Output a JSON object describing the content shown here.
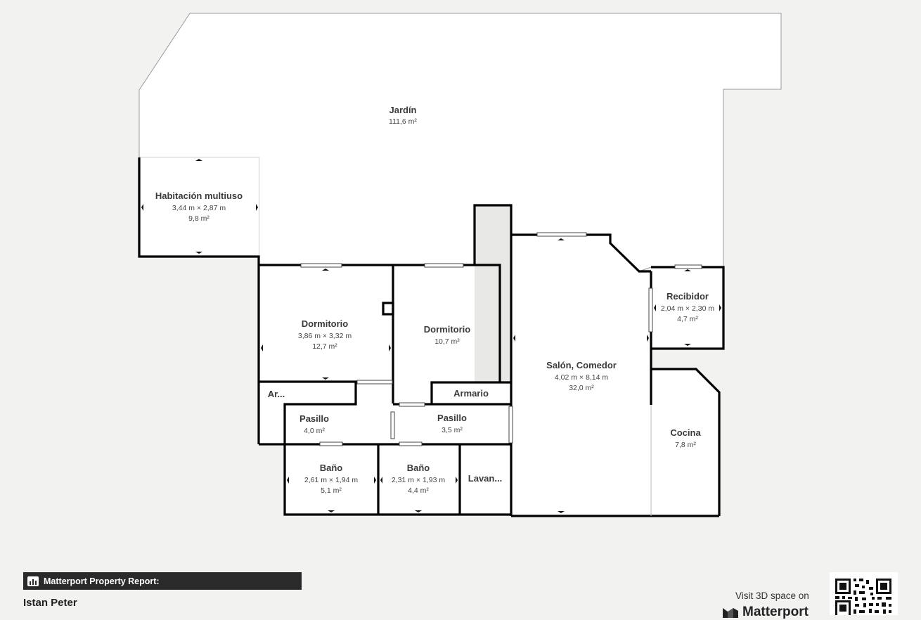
{
  "rooms": {
    "jardin": {
      "name": "Jardín",
      "area": "111,6 m²"
    },
    "multiuso": {
      "name": "Habitación multiuso",
      "dims": "3,44 m × 2,87 m",
      "area": "9,8 m²"
    },
    "dormitorio1": {
      "name": "Dormitorio",
      "dims": "3,86 m × 3,32 m",
      "area": "12,7 m²"
    },
    "dormitorio2": {
      "name": "Dormitorio",
      "area": "10,7 m²"
    },
    "recibidor": {
      "name": "Recibidor",
      "dims": "2,04 m × 2,30 m",
      "area": "4,7 m²"
    },
    "salon": {
      "name": "Salón, Comedor",
      "dims": "4,02 m × 8,14 m",
      "area": "32,0 m²"
    },
    "armario1": {
      "name": "Ar..."
    },
    "armario2": {
      "name": "Armario"
    },
    "pasillo1": {
      "name": "Pasillo",
      "area": "4,0 m²"
    },
    "pasillo2": {
      "name": "Pasillo",
      "area": "3,5 m²"
    },
    "cocina": {
      "name": "Cocina",
      "area": "7,8 m²"
    },
    "bano1": {
      "name": "Baño",
      "dims": "2,61 m × 1,94 m",
      "area": "5,1 m²"
    },
    "bano2": {
      "name": "Baño",
      "dims": "2,31 m × 1,93 m",
      "area": "4,4 m²"
    },
    "lavanderia": {
      "name": "Lavan..."
    }
  },
  "footer": {
    "report_label": "Matterport Property Report:",
    "owner": "Istan Peter",
    "visit_text": "Visit 3D space on",
    "brand": "Matterport"
  },
  "icons": {
    "report": "building-chart-icon",
    "brand_logo": "matterport-logo-icon",
    "qr": "qr-code"
  },
  "colors": {
    "background": "#f2f2f1",
    "walls": "#000000",
    "bar": "#2a2a2a"
  }
}
